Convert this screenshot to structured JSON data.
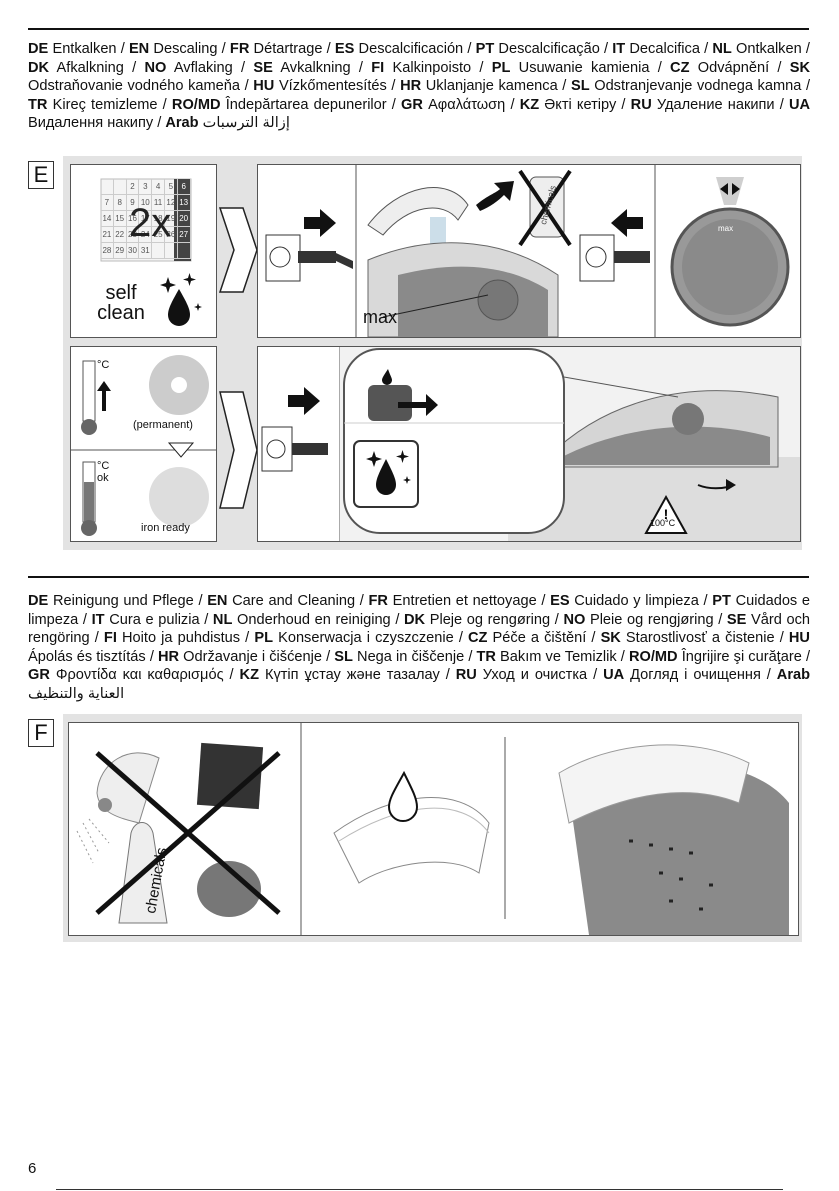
{
  "section_e": {
    "letter": "E",
    "heading": [
      {
        "code": "DE",
        "text": "Entkalken"
      },
      {
        "code": "EN",
        "text": "Descaling"
      },
      {
        "code": "FR",
        "text": "Détartrage"
      },
      {
        "code": "ES",
        "text": "Descalcificación"
      },
      {
        "code": "PT",
        "text": "Descalcificação"
      },
      {
        "code": "IT",
        "text": "Decalcifica"
      },
      {
        "code": "NL",
        "text": "Ontkalken"
      },
      {
        "code": "DK",
        "text": "Afkalkning"
      },
      {
        "code": "NO",
        "text": "Avflaking"
      },
      {
        "code": "SE",
        "text": "Avkalkning"
      },
      {
        "code": "FI",
        "text": "Kalkinpoisto"
      },
      {
        "code": "PL",
        "text": "Usuwanie kamienia"
      },
      {
        "code": "CZ",
        "text": "Odvápnění"
      },
      {
        "code": "SK",
        "text": "Odstraňovanie vodného kameňa"
      },
      {
        "code": "HU",
        "text": "Vízkőmentesítés"
      },
      {
        "code": "HR",
        "text": "Uklanjanje kamenca"
      },
      {
        "code": "SL",
        "text": "Odstranjevanje vodnega kamna"
      },
      {
        "code": "TR",
        "text": "Kireç temizleme"
      },
      {
        "code": "RO/MD",
        "text": "Îndepărtarea depunerilor"
      },
      {
        "code": "GR",
        "text": "Αφαλάτωση"
      },
      {
        "code": "KZ",
        "text": "Әкті кетіру"
      },
      {
        "code": "RU",
        "text": "Удаление накипи"
      },
      {
        "code": "UA",
        "text": "Видалення накипу"
      },
      {
        "code": "Arab",
        "text": "إزالة الترسبات"
      }
    ],
    "calendar": {
      "multiplier": "2x",
      "rows": [
        [
          "",
          "",
          "2",
          "3",
          "4",
          "5",
          "6"
        ],
        [
          "7",
          "8",
          "9",
          "10",
          "11",
          "12",
          "13"
        ],
        [
          "14",
          "15",
          "16",
          "17",
          "18",
          "19",
          "20"
        ],
        [
          "21",
          "22",
          "23",
          "24",
          "25",
          "26",
          "27"
        ],
        [
          "28",
          "29",
          "30",
          "31",
          "",
          "",
          ""
        ]
      ]
    },
    "self_clean_label": "self clean",
    "max_label": "max",
    "chemicals_label": "chemicals",
    "temp_unit": "°C",
    "temp_ok": "°C ok",
    "permanent_label": "(permanent)",
    "iron_ready_label": "iron ready",
    "warning_temp": "100°C",
    "dial_max": "max"
  },
  "section_f": {
    "letter": "F",
    "heading": [
      {
        "code": "DE",
        "text": "Reinigung und Pflege"
      },
      {
        "code": "EN",
        "text": "Care and Cleaning"
      },
      {
        "code": "FR",
        "text": "Entretien et nettoyage"
      },
      {
        "code": "ES",
        "text": "Cuidado y limpieza"
      },
      {
        "code": "PT",
        "text": "Cuidados e limpeza"
      },
      {
        "code": "IT",
        "text": "Cura e pulizia"
      },
      {
        "code": "NL",
        "text": "Onderhoud en reiniging"
      },
      {
        "code": "DK",
        "text": "Pleje og rengøring"
      },
      {
        "code": "NO",
        "text": "Pleie og rengjøring"
      },
      {
        "code": "SE",
        "text": "Vård och rengöring"
      },
      {
        "code": "FI",
        "text": "Hoito ja puhdistus"
      },
      {
        "code": "PL",
        "text": "Konserwacja i czyszczenie"
      },
      {
        "code": "CZ",
        "text": "Péče a čištění"
      },
      {
        "code": "SK",
        "text": "Starostlivosť a čistenie"
      },
      {
        "code": "HU",
        "text": "Ápolás és tisztítás"
      },
      {
        "code": "HR",
        "text": "Održavanje i čišćenje"
      },
      {
        "code": "SL",
        "text": "Nega in čiščenje"
      },
      {
        "code": "TR",
        "text": "Bakım ve Temizlik"
      },
      {
        "code": "RO/MD",
        "text": "Îngrijire şi curăţare"
      },
      {
        "code": "GR",
        "text": "Φροντίδα και καθαρισμός"
      },
      {
        "code": "KZ",
        "text": "Күтіп ұстау және тазалау"
      },
      {
        "code": "RU",
        "text": "Уход и очистка"
      },
      {
        "code": "UA",
        "text": "Догляд і очищення"
      },
      {
        "code": "Arab",
        "text": "العناية والتنظيف"
      }
    ],
    "chemicals_label": "chemicals"
  },
  "page_number": "6",
  "colors": {
    "panel": "#e3e3e3",
    "ink": "#111111",
    "iron_gray": "#8a8a8a",
    "dark": "#333333"
  }
}
